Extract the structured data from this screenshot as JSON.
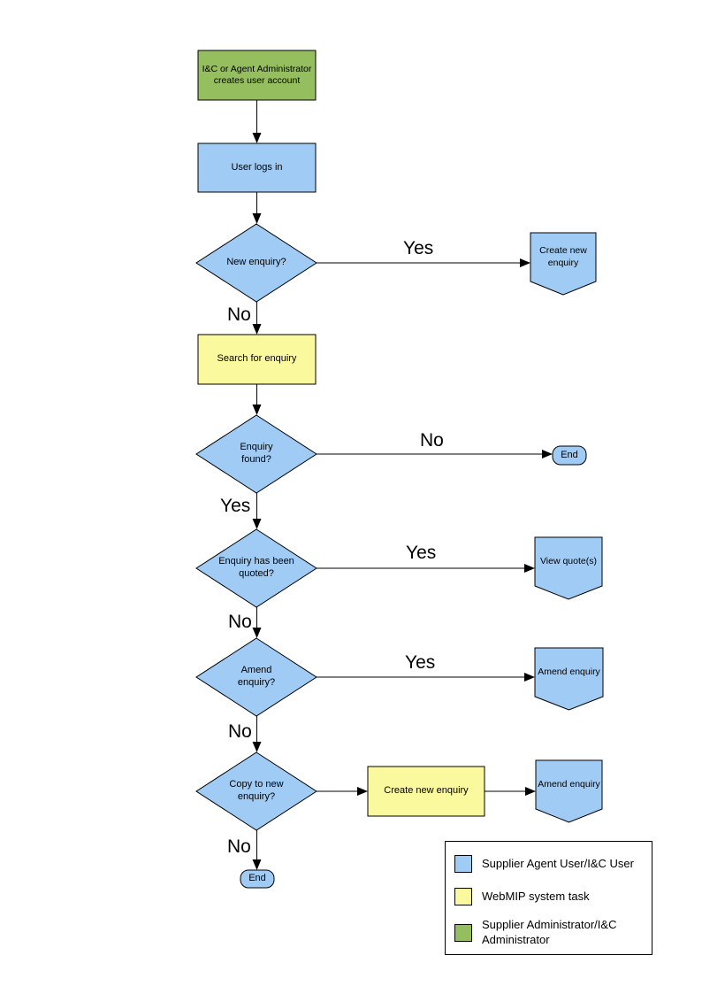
{
  "colors": {
    "user_shape_fill": "#9FCBF5",
    "system_task_fill": "#FBF99D",
    "admin_shape_fill": "#95BE5F",
    "outline": "#000000"
  },
  "nodes": {
    "admin_creates_account": "I&C or Agent Administrator creates user account",
    "user_logs_in": "User logs in",
    "new_enquiry_q": "New enquiry?",
    "create_new_enquiry_doc": "Create new enquiry",
    "search_for_enquiry": "Search for enquiry",
    "enquiry_found_q": "Enquiry found?",
    "end_1": "End",
    "enquiry_quoted_q": "Enquiry has been quoted?",
    "view_quotes": "View quote(s)",
    "amend_enquiry_q": "Amend enquiry?",
    "amend_enquiry_1": "Amend enquiry",
    "copy_to_new_q": "Copy to new enquiry?",
    "create_new_enquiry_task": "Create new enquiry",
    "amend_enquiry_2": "Amend enquiry",
    "end_2": "End"
  },
  "edge_labels": {
    "yes": "Yes",
    "no": "No"
  },
  "legend": {
    "items": [
      {
        "color": "#9FCBF5",
        "label": "Supplier Agent User/I&C User"
      },
      {
        "color": "#FBF99D",
        "label": "WebMIP system task"
      },
      {
        "color": "#95BE5F",
        "label": "Supplier Administrator/I&C Administrator"
      }
    ]
  }
}
